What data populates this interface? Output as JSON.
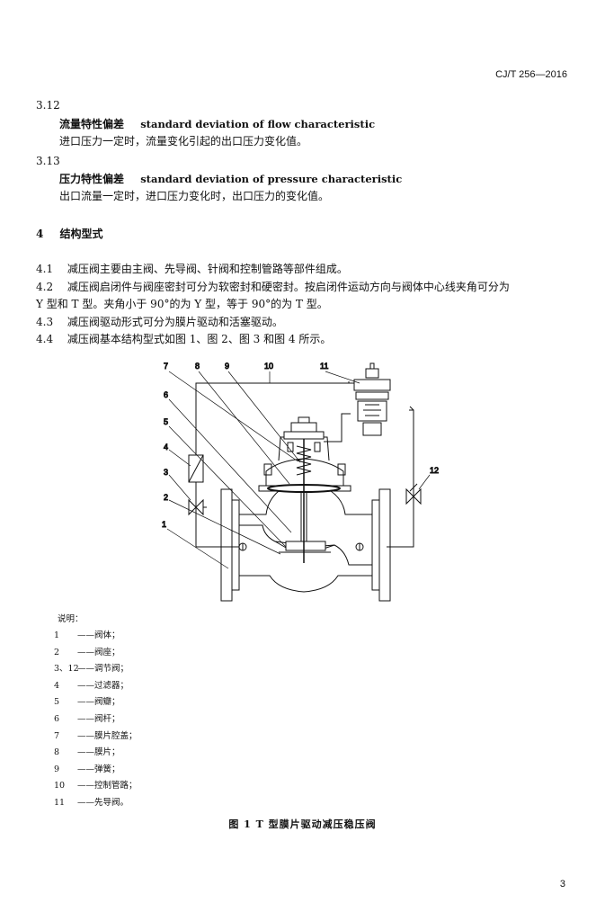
{
  "header": {
    "standard_code": "CJ/T 256—2016"
  },
  "sections": {
    "s312": {
      "number": "3.12",
      "term_cn": "流量特性偏差",
      "term_en": "standard deviation of flow characteristic",
      "definition": "进口压力一定时，流量变化引起的出口压力变化值。"
    },
    "s313": {
      "number": "3.13",
      "term_cn": "压力特性偏差",
      "term_en": "standard deviation of pressure characteristic",
      "definition": "出口流量一定时，进口压力变化时，出口压力的变化值。"
    },
    "s4": {
      "number": "4",
      "title": "结构型式"
    },
    "s41": {
      "number": "4.1",
      "text": "减压阀主要由主阀、先导阀、针阀和控制管路等部件组成。"
    },
    "s42": {
      "number": "4.2",
      "text_line1": "减压阀启闭件与阀座密封可分为软密封和硬密封。按启闭件运动方向与阀体中心线夹角可分为",
      "text_line2": "Y 型和 T 型。夹角小于 90°的为 Y 型，等于 90°的为 T 型。"
    },
    "s43": {
      "number": "4.3",
      "text": "减压阀驱动形式可分为膜片驱动和活塞驱动。"
    },
    "s44": {
      "number": "4.4",
      "text": "减压阀基本结构型式如图 1、图 2、图 3 和图 4 所示。"
    }
  },
  "figure": {
    "callouts": [
      "1",
      "2",
      "3",
      "4",
      "5",
      "6",
      "7",
      "8",
      "9",
      "10",
      "11",
      "12"
    ],
    "legend_title": "说明：",
    "legend": [
      {
        "num": "1",
        "label": "——阀体；"
      },
      {
        "num": "2",
        "label": "——阀座；"
      },
      {
        "num": "3、12",
        "label": "——调节阀；"
      },
      {
        "num": "4",
        "label": "——过滤器；"
      },
      {
        "num": "5",
        "label": "——阀瓣；"
      },
      {
        "num": "6",
        "label": "——阀杆；"
      },
      {
        "num": "7",
        "label": "——膜片腔盖；"
      },
      {
        "num": "8",
        "label": "——膜片；"
      },
      {
        "num": "9",
        "label": "——弹簧；"
      },
      {
        "num": "10",
        "label": "——控制管路；"
      },
      {
        "num": "11",
        "label": "——先导阀。"
      }
    ],
    "caption": "图 1   T 型膜片驱动减压稳压阀"
  },
  "footer": {
    "page_number": "3"
  }
}
